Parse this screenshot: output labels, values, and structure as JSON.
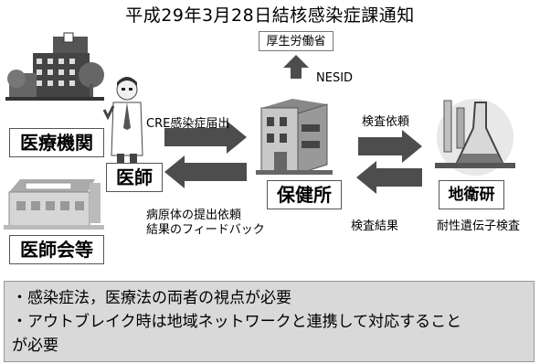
{
  "title": "平成29年3月28日結核感染症課通知",
  "mhlw": "厚生労働省",
  "nesid": "NESID",
  "medical_institution": "医療機関",
  "doctor": "医師",
  "medical_association": "医師会等",
  "health_center": "保健所",
  "local_institute": "地衛研",
  "cre_report": "CRE感染症届出",
  "pathogen_request_line1": "病原体の提出依頼",
  "pathogen_request_line2": "結果のフィードバック",
  "test_request": "検査依頼",
  "test_result": "検査結果",
  "resistance_test": "耐性遺伝子検査",
  "notes": [
    "・感染症法，医療法の両者の視点が必要",
    "・アウトブレイク時は地域ネットワークと連携して対応すること",
    "が必要"
  ],
  "colors": {
    "arrow": "#4d4d4d",
    "note_bg": "#d9d9d9"
  }
}
